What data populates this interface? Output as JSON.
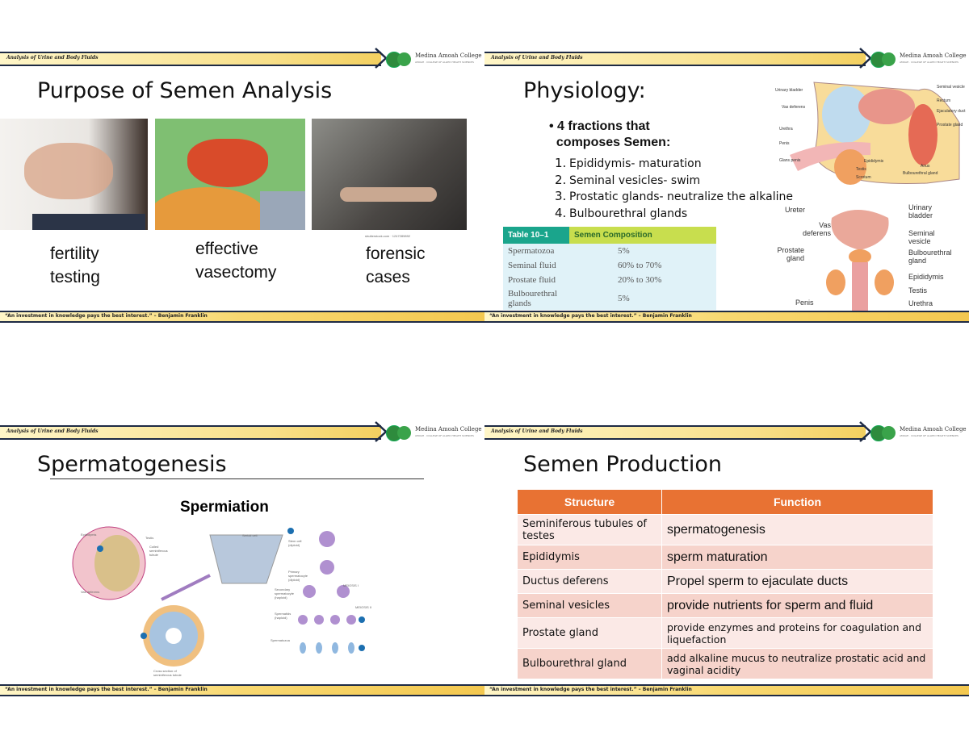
{
  "header": {
    "course": "Analysis of Urine and Body Fluids",
    "logo_name": "Medina Amoah College",
    "logo_sub": "AMOAH · COLLEGE OF ALLIED HEALTH SCIENCES"
  },
  "footer": {
    "quote": "“An investment in knowledge pays the best interest.” – Benjamin Franklin"
  },
  "slides": [
    {
      "title": "Purpose of Semen Analysis",
      "captions": [
        {
          "l1": "fertility",
          "l2": "testing"
        },
        {
          "l1": "effective",
          "l2": "vasectomy"
        },
        {
          "l1": "forensic",
          "l2": "cases"
        }
      ],
      "image_credit": "shutterstock.com · 1247289892"
    },
    {
      "title": "Physiology:",
      "bullet": "4 fractions that composes Semen:",
      "bullet_l1": "4 fractions that",
      "bullet_l2": "composes Semen:",
      "fractions": [
        {
          "n": "1.",
          "text": "Epididymis- maturation"
        },
        {
          "n": "2.",
          "text": "Seminal vesicles- swim"
        },
        {
          "n": "3.",
          "text": "Prostatic glands- neutralize the alkaline"
        },
        {
          "n": "4.",
          "text": "Bulbourethral glands"
        }
      ],
      "table": {
        "id": "Table 10–1",
        "title": "Semen Composition",
        "rows": [
          [
            "Spermatozoa",
            "5%"
          ],
          [
            "Seminal fluid",
            "60% to 70%"
          ],
          [
            "Prostate fluid",
            "20% to 30%"
          ],
          [
            "Bulbourethral glands",
            "5%"
          ]
        ]
      },
      "anatomy_top_labels": [
        "Urinary bladder",
        "Vas deferens",
        "Urethra",
        "Penis",
        "Glans penis",
        "Epididymis",
        "Testis",
        "Scrotum",
        "Seminal vesicle",
        "Rectum",
        "Ejaculatory duct",
        "Prostate gland",
        "Anus",
        "Bulbourethral gland"
      ],
      "anatomy_bottom_labels": [
        "Ureter",
        "Vas deferens",
        "Prostate gland",
        "Penis",
        "Urinary bladder",
        "Seminal vesicle",
        "Bulbourethral gland",
        "Epididymis",
        "Testis",
        "Urethra"
      ]
    },
    {
      "title": "Spermatogenesis",
      "diagram_title": "Spermiation",
      "diagram_labels": [
        "Epididymis",
        "Testis",
        "Coiled seminiferous tubule",
        "Vas deferens",
        "Cross section of seminiferous tubule",
        "Sertoli cell",
        "Stem cell (diploid)",
        "Primary spermatocyte (diploid)",
        "Secondary spermatocyte (haploid)",
        "Spermatids (haploid)",
        "Spermatozoa",
        "MEIOSIS I",
        "MEIOSIS II"
      ]
    },
    {
      "title": "Semen Production",
      "table": {
        "headers": [
          "Structure",
          "Function"
        ],
        "rows": [
          [
            "Seminiferous tubules of testes",
            "spermatogenesis"
          ],
          [
            "Epididymis",
            "sperm maturation"
          ],
          [
            "Ductus deferens",
            "Propel sperm to ejaculate ducts"
          ],
          [
            "Seminal vesicles",
            "provide nutrients for sperm and fluid"
          ],
          [
            "Prostate gland",
            "provide enzymes and proteins for coagulation and liquefaction"
          ],
          [
            "Bulbourethral gland",
            "add alkaline mucus to neutralize prostatic acid and vaginal acidity"
          ]
        ]
      }
    }
  ]
}
